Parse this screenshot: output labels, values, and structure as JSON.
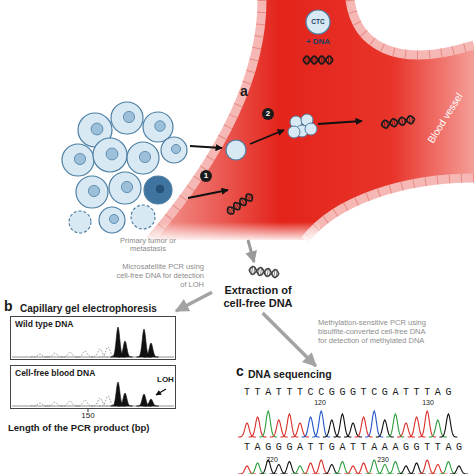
{
  "diagram": {
    "nodes": [
      {
        "text": [
          "Extraction of cell-free DNA"
        ]
      },
      {
        "text": [
          "Capillary gel electrophoresis"
        ]
      },
      {
        "text": [
          "Wild type DNA"
        ],
        "in": 1
      },
      {
        "text": [
          "Cell-free blood DNA"
        ],
        "in": 1
      },
      {
        "text": [
          "DNA sequencing"
        ]
      }
    ],
    "edges": [
      {
        "from": 0,
        "to": 1,
        "arrow": "to",
        "label": "Microsatellite PCR using cell-free DNA for detection of LOH"
      },
      {
        "from": 0,
        "to": 4,
        "arrow": "to",
        "label": "Methylation-sensitive PCR using bisulfite-converted cell-free DNA for detection of methylated DNA"
      }
    ],
    "labels": [
      "CTC",
      "+ DNA",
      "a",
      "Blood vessel",
      "Primary tumor or metastasis",
      "1",
      "2",
      "b",
      "LOH",
      "150",
      "Length of the PCR product (bp)",
      "c",
      "TTATTTCCGGGTCGATTTAG",
      "120",
      "130",
      "TAGGGATTGATTAAAGGTTAG",
      "220",
      "230"
    ]
  }
}
